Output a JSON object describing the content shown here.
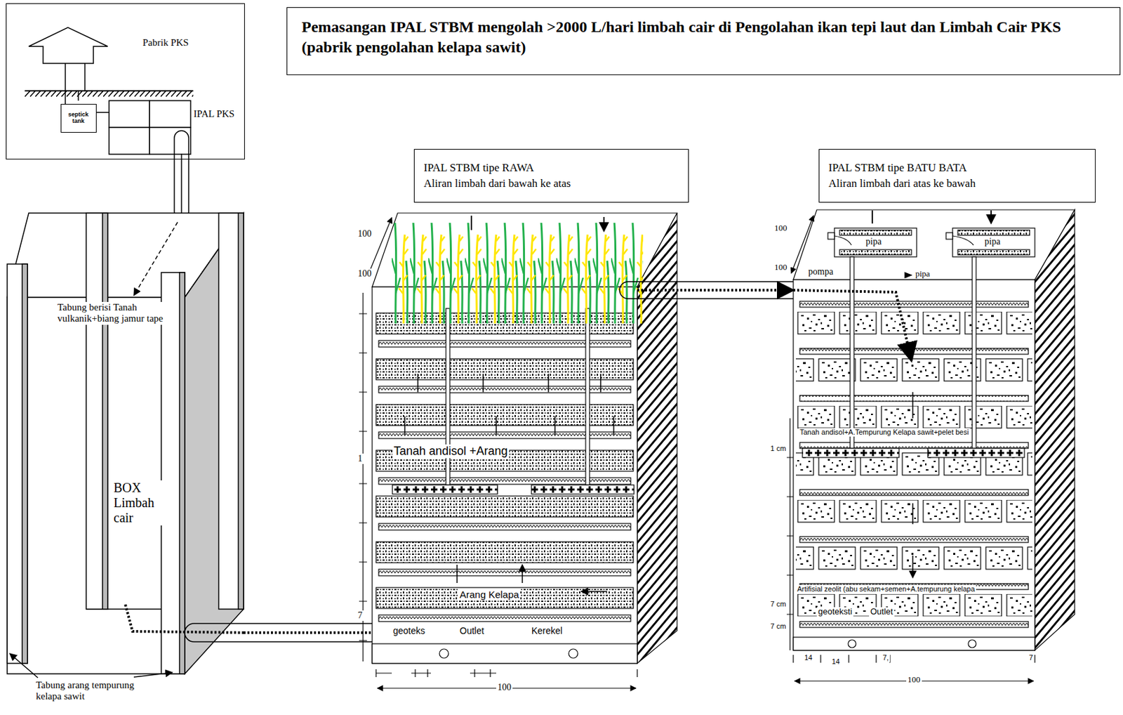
{
  "diagram": {
    "title": "Pemasangan IPAL STBM mengolah >2000 L/hari limbah cair di Pengolahan ikan tepi laut dan Limbah Cair PKS (pabrik pengolahan kelapa sawit)",
    "nodes": [
      {
        "text": [
          "Pabrik PKS"
        ]
      },
      {
        "text": [
          "septick tank"
        ],
        "in": 0
      },
      {
        "text": [
          "IPAL PKS"
        ],
        "in": 0
      },
      {
        "text": [
          "BOX Limbah cair"
        ]
      },
      {
        "text": [
          "IPAL STBM tipe RAWA",
          "Aliran limbah dari bawah ke atas"
        ]
      },
      {
        "text": [
          "Tanah andisol +Arang",
          "Arang Kelapa",
          "geoteks",
          "Outlet",
          "Kerekel"
        ]
      },
      {
        "text": [
          "IPAL STBM tipe BATU BATA",
          "Aliran limbah dari atas ke bawah"
        ]
      },
      {
        "text": [
          "Tanah andisol+A.Tempurung Kelapa sawit+pelet besi",
          "Artifisial zeolit (abu sekam+semen+A.tempurung kelapa",
          "geoteksti",
          "Outlet"
        ]
      }
    ],
    "edges": [
      {
        "from": 2,
        "to": 3,
        "arrow": "none"
      },
      {
        "from": 3,
        "to": 5,
        "arrow": "none"
      },
      {
        "from": 5,
        "to": 7,
        "arrow": "to"
      }
    ],
    "labels": [
      "Tabung berisi Tanah vulkanik+biang jamur tape",
      "Tabung arang tempurung kelapa sawit",
      "100",
      "100",
      "1",
      "7",
      "100",
      "100",
      "100",
      "pipa",
      "pipa",
      "pompa",
      "pipa",
      "1 cm",
      "7 cm",
      "7 cm",
      "14",
      "14",
      "7,",
      "7",
      "100"
    ]
  }
}
